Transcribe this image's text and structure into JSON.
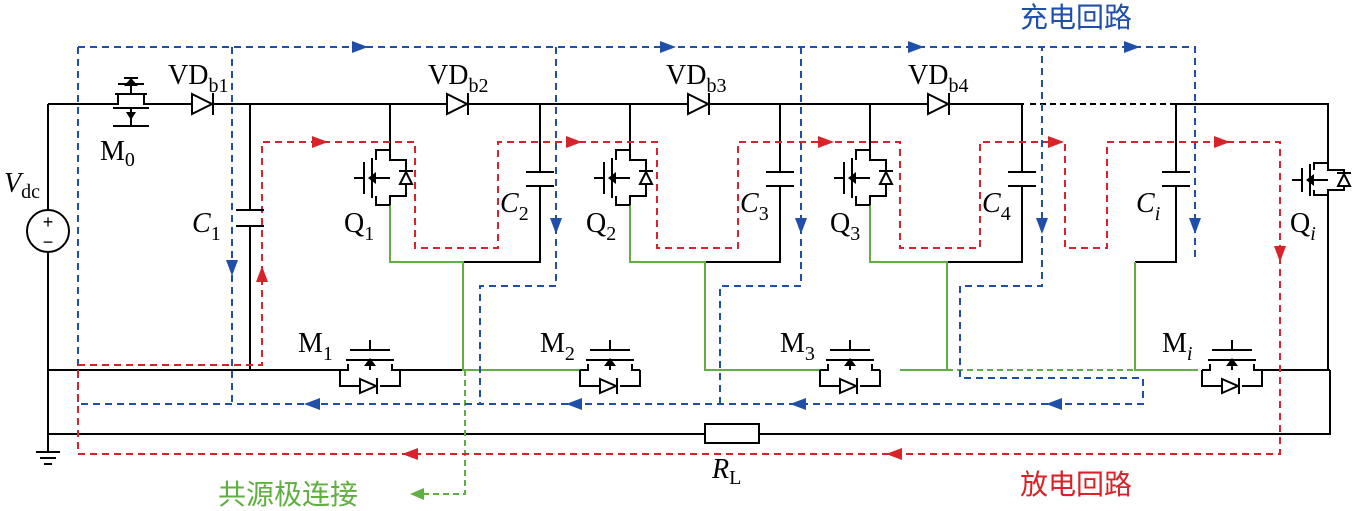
{
  "colors": {
    "charge": "#1f4fa8",
    "discharge": "#d8232a",
    "common_source": "#5fb040",
    "wire": "#000000"
  },
  "labels": {
    "source": {
      "main": "V",
      "sub": "dc"
    },
    "m0": {
      "main": "M",
      "sub": "0"
    },
    "vdb1": {
      "main": "VD",
      "sub": "b1"
    },
    "vdb2": {
      "main": "VD",
      "sub": "b2"
    },
    "vdb3": {
      "main": "VD",
      "sub": "b3"
    },
    "vdb4": {
      "main": "VD",
      "sub": "b4"
    },
    "c1": {
      "main": "C",
      "sub": "1"
    },
    "c2": {
      "main": "C",
      "sub": "2"
    },
    "c3": {
      "main": "C",
      "sub": "3"
    },
    "c4": {
      "main": "C",
      "sub": "4"
    },
    "ci": {
      "main": "C",
      "sub": "i"
    },
    "q1": {
      "main": "Q",
      "sub": "1"
    },
    "q2": {
      "main": "Q",
      "sub": "2"
    },
    "q3": {
      "main": "Q",
      "sub": "3"
    },
    "qi": {
      "main": "Q",
      "sub": "i"
    },
    "m1": {
      "main": "M",
      "sub": "1"
    },
    "m2": {
      "main": "M",
      "sub": "2"
    },
    "m3": {
      "main": "M",
      "sub": "3"
    },
    "mi": {
      "main": "M",
      "sub": "i"
    },
    "rl": {
      "main": "R",
      "sub": "L"
    }
  },
  "legend": {
    "charge_loop": "充电回路",
    "discharge_loop": "放电回路",
    "common_source": "共源极连接"
  }
}
